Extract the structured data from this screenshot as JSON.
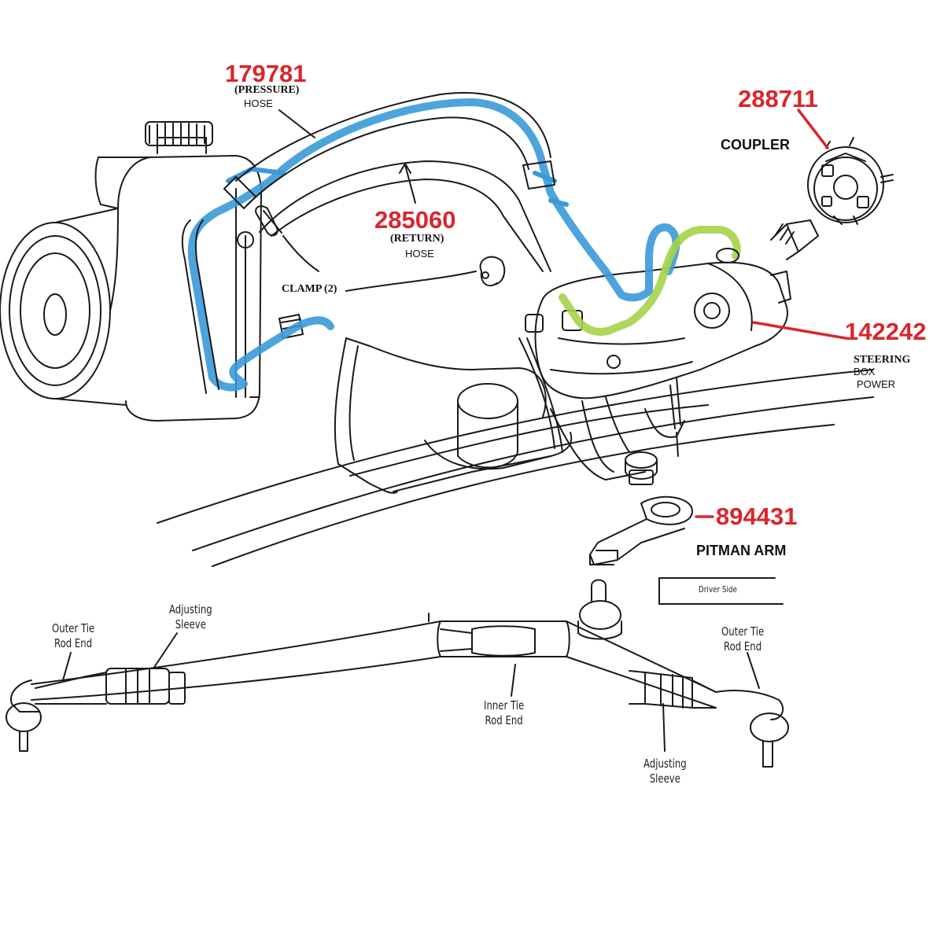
{
  "colors": {
    "part_number": "#d9262c",
    "pressure_hose": "#3a9ad9",
    "return_hose": "#a6d34a",
    "line": "#1a1a1a"
  },
  "labels": {
    "pressure_hose": {
      "part": "179781",
      "name": "(PRESSURE)",
      "desc": "HOSE"
    },
    "return_hose": {
      "part": "285060",
      "name": "(RETURN)",
      "desc": "HOSE"
    },
    "coupler": {
      "part": "288711",
      "desc": "COUPLER"
    },
    "steering_box": {
      "part": "142242",
      "line1": "STEERING",
      "line2": "BOX",
      "line3": "POWER"
    },
    "pitman_arm": {
      "part": "894431",
      "desc": "PITMAN ARM"
    },
    "clamp": {
      "desc": "CLAMP (2)"
    },
    "driver_side": "Driver Side",
    "outer_tie_rod_left": "Outer Tie\nRod End",
    "outer_tie_rod_right": "Outer Tie\nRod End",
    "adjusting_sleeve_left": "Adjusting\nSleeve",
    "adjusting_sleeve_right": "Adjusting\nSleeve",
    "inner_tie_rod": "Inner Tie\nRod End"
  }
}
